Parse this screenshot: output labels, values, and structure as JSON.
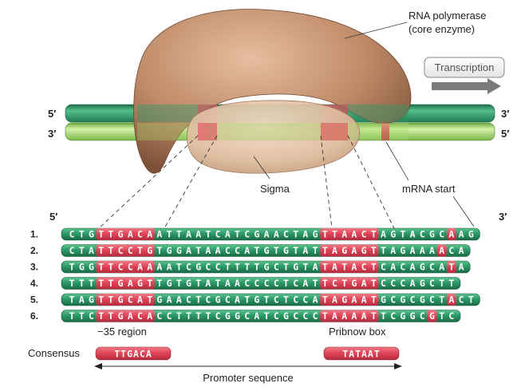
{
  "labels": {
    "rna_polymerase_line1": "RNA polymerase",
    "rna_polymerase_line2": "(core enzyme)",
    "transcription": "Transcription",
    "sigma": "Sigma",
    "mrna_start": "mRNA start",
    "region_35": "−35 region",
    "pribnow_box": "Pribnow box",
    "consensus": "Consensus",
    "promoter_sequence": "Promoter sequence"
  },
  "strand_ends": {
    "top_left": "5′",
    "top_right": "3′",
    "bottom_left": "3′",
    "bottom_right": "5′",
    "seq_left": "5′",
    "seq_right": "3′"
  },
  "sequences": [
    {
      "number": "1.",
      "sequence": "CTGTTGACAATTAATCATCGAACTAGTTAACTAGTACGCAAG",
      "highlights": [
        [
          3,
          9
        ],
        [
          26,
          32
        ],
        [
          39,
          40
        ]
      ]
    },
    {
      "number": "2.",
      "sequence": "CTATTCCTGTGGATAACCATGTGTATTAGAGTTAGAAAACA",
      "highlights": [
        [
          3,
          9
        ],
        [
          26,
          32
        ],
        [
          38,
          39
        ]
      ]
    },
    {
      "number": "3.",
      "sequence": "TGGTTCCAAAATCGCCTTTTGCTGTATATACTCACAGCATA",
      "highlights": [
        [
          3,
          9
        ],
        [
          26,
          32
        ],
        [
          39,
          40
        ]
      ]
    },
    {
      "number": "4.",
      "sequence": "TTTTTGAGTTGTGTATAACCCCTCATTCTGATCCCAGCTT",
      "highlights": [
        [
          3,
          9
        ],
        [
          26,
          32
        ]
      ]
    },
    {
      "number": "5.",
      "sequence": "TAGTTGCATGAACTCGCATGTCTCCATAGAATGCGCGCTACT",
      "highlights": [
        [
          3,
          9
        ],
        [
          26,
          32
        ],
        [
          39,
          40
        ]
      ]
    },
    {
      "number": "6.",
      "sequence": "TTCTTGACACCTTTTCGGCATCGCCCTAAAATTCGGCGTC",
      "highlights": [
        [
          3,
          9
        ],
        [
          26,
          32
        ],
        [
          37,
          38
        ]
      ]
    }
  ],
  "consensus": {
    "minus35": "TTGACA",
    "pribnow": "TATAAT"
  },
  "colors": {
    "green": "#2f9a6a",
    "light_green": "#a6d66b",
    "red": "#e04659",
    "protein": "#bd8a6a",
    "arrow_gray": "#7a7a7a"
  }
}
